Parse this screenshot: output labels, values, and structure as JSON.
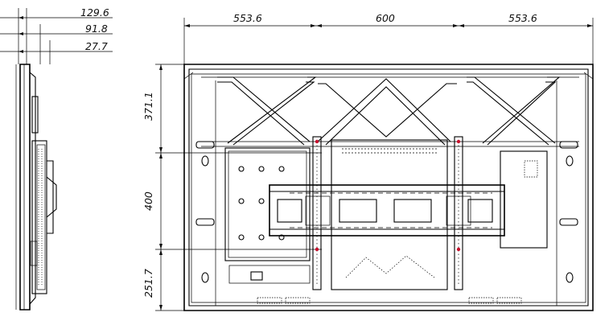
{
  "side_view": {
    "dimensions": [
      "129.6",
      "91.8",
      "27.7"
    ]
  },
  "rear_view": {
    "width_dimensions": [
      "553.6",
      "600",
      "553.6"
    ],
    "height_dimensions": [
      "371.1",
      "400",
      "251.7"
    ]
  },
  "colors": {
    "line": "#000000",
    "background": "#ffffff",
    "accent_red": "#c8102e"
  }
}
